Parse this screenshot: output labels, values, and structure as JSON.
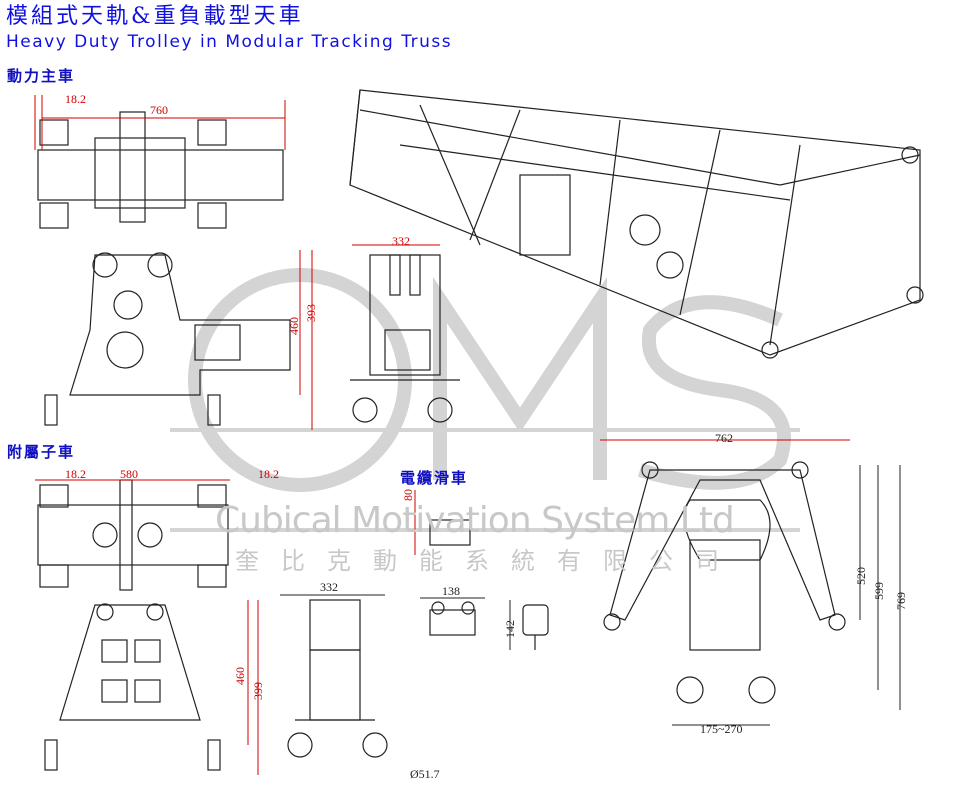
{
  "title": {
    "zh": "模組式天軌&重負載型天車",
    "en": "Heavy Duty Trolley in Modular Tracking Truss"
  },
  "sections": {
    "main_trolley": "動力主車",
    "sub_trolley": "附屬子車",
    "cable_trolley": "電纜滑車"
  },
  "watermark": {
    "logo": "CMS",
    "en": "Cubical Motivation System Ltd",
    "zh": "奎比克動能系統有限公司"
  },
  "dimensions": {
    "main_offset": "18.2",
    "main_length": "760",
    "main_height_total": "460",
    "main_height": "393",
    "main_width": "332",
    "sub_offset_left": "18.2",
    "sub_length": "580",
    "sub_offset_right": "18.2",
    "sub_height_total": "460",
    "sub_height": "399",
    "sub_width": "332",
    "cable_height": "80",
    "cable_width": "138",
    "cable_side": "142",
    "clamp_diameter": "Ø51.7",
    "truss_width": "762",
    "truss_h1": "520",
    "truss_h2": "599",
    "truss_h3": "769",
    "clamp_range": "175~270"
  },
  "colors": {
    "title": "#1010e0",
    "dimension": "#d00000",
    "line": "#222222",
    "watermark": "#c8c8c8"
  }
}
